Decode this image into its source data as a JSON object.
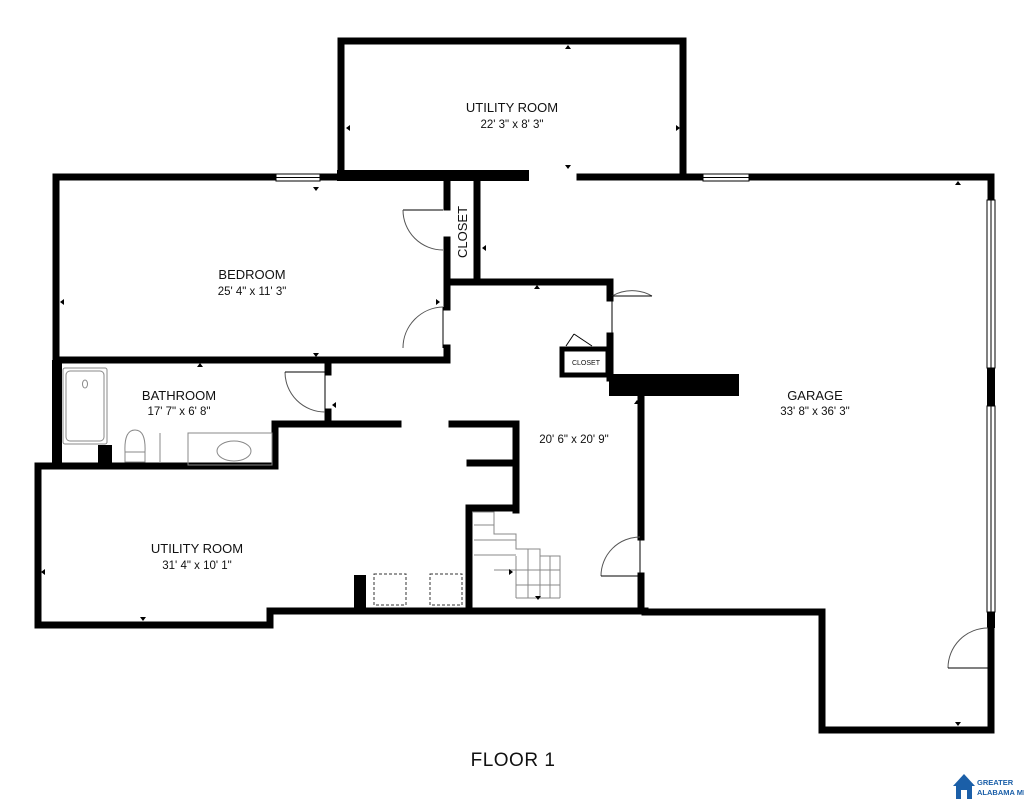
{
  "floor_label": "FLOOR 1",
  "rooms": {
    "utility_top": {
      "name": "UTILITY ROOM",
      "dims": "22' 3\" x 8' 3\""
    },
    "bedroom": {
      "name": "BEDROOM",
      "dims": "25' 4\" x 11' 3\""
    },
    "closet_vertical": {
      "name": "CLOSET"
    },
    "closet_small": {
      "name": "CLOSET"
    },
    "bathroom": {
      "name": "BATHROOM",
      "dims": "17' 7\" x 6' 8\""
    },
    "central": {
      "dims": "20' 6\" x 20' 9\""
    },
    "garage": {
      "name": "GARAGE",
      "dims": "33' 8\" x 36' 3\""
    },
    "utility_bottom": {
      "name": "UTILITY ROOM",
      "dims": "31' 4\" x 10' 1\""
    }
  },
  "logo": {
    "line1": "GREATER",
    "line2": "ALABAMA MLS",
    "color": "#1b5fa8"
  },
  "colors": {
    "wall": "#000000",
    "fixture": "#888888",
    "background": "#ffffff"
  }
}
